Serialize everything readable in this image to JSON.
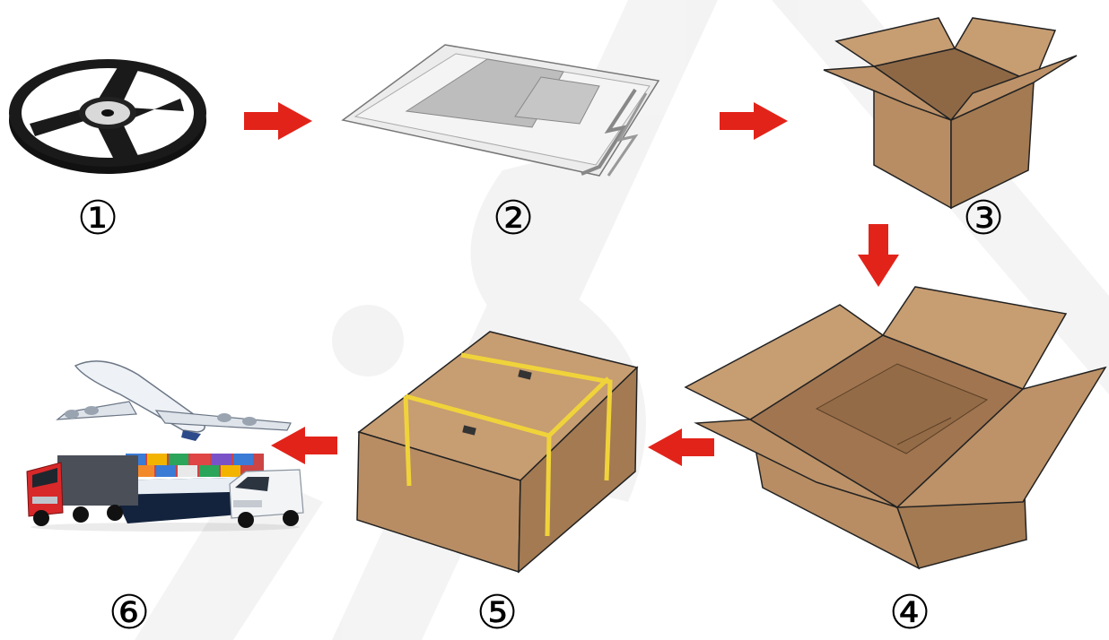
{
  "colors": {
    "arrow": "#e2231a",
    "cardboard": "#b88d63",
    "cardboard_dark": "#a37a52",
    "cardboard_light": "#c79d72",
    "tape": "#f0d33a",
    "background": "#ffffff",
    "outline": "#222222"
  },
  "steps": [
    {
      "number": "①",
      "icon": "tape-reel-icon"
    },
    {
      "number": "②",
      "icon": "esd-bag-icon"
    },
    {
      "number": "③",
      "icon": "open-box-icon"
    },
    {
      "number": "④",
      "icon": "open-carton-icon"
    },
    {
      "number": "⑤",
      "icon": "sealed-box-icon"
    },
    {
      "number": "⑥",
      "icon": "shipping-transport-icon"
    }
  ],
  "arrows": [
    {
      "from": 1,
      "to": 2,
      "direction": "right"
    },
    {
      "from": 2,
      "to": 3,
      "direction": "right"
    },
    {
      "from": 3,
      "to": 4,
      "direction": "down"
    },
    {
      "from": 4,
      "to": 5,
      "direction": "left"
    },
    {
      "from": 5,
      "to": 6,
      "direction": "left"
    }
  ]
}
